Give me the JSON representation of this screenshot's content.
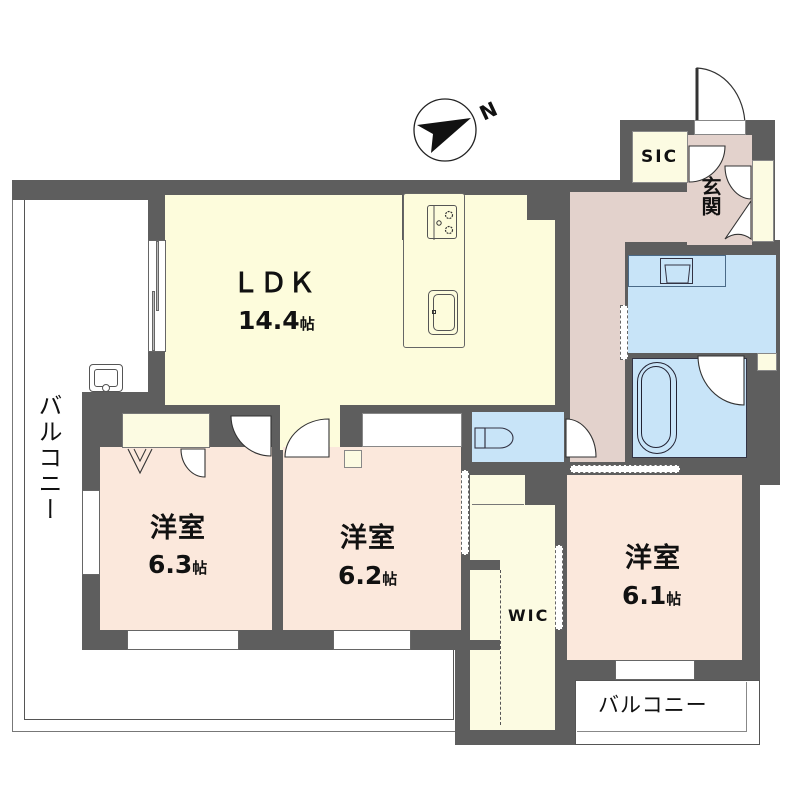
{
  "floorplan": {
    "compass": {
      "label": "N",
      "icon": "north-arrow-icon"
    },
    "rooms": {
      "ldk": {
        "name": "ＬＤＫ",
        "area": "14.4",
        "unit": "帖"
      },
      "room_west": {
        "name": "洋室",
        "area": "6.3",
        "unit": "帖"
      },
      "room_center": {
        "name": "洋室",
        "area": "6.2",
        "unit": "帖"
      },
      "room_east": {
        "name": "洋室",
        "area": "6.1",
        "unit": "帖"
      },
      "entrance": {
        "name": "玄関"
      },
      "sic": {
        "name": "SIC"
      },
      "wic": {
        "name": "WIC"
      }
    },
    "balconies": {
      "west": {
        "name": "バルコニー"
      },
      "south": {
        "name": "バルコニー"
      }
    },
    "colors": {
      "wall": "#5e5e5e",
      "ldk": "#fdfcdc",
      "bedroom": "#fbe8dc",
      "hallway": "#e3d2cc",
      "wet_area": "#c8e4f8",
      "closet": "#fcfbe2"
    }
  }
}
